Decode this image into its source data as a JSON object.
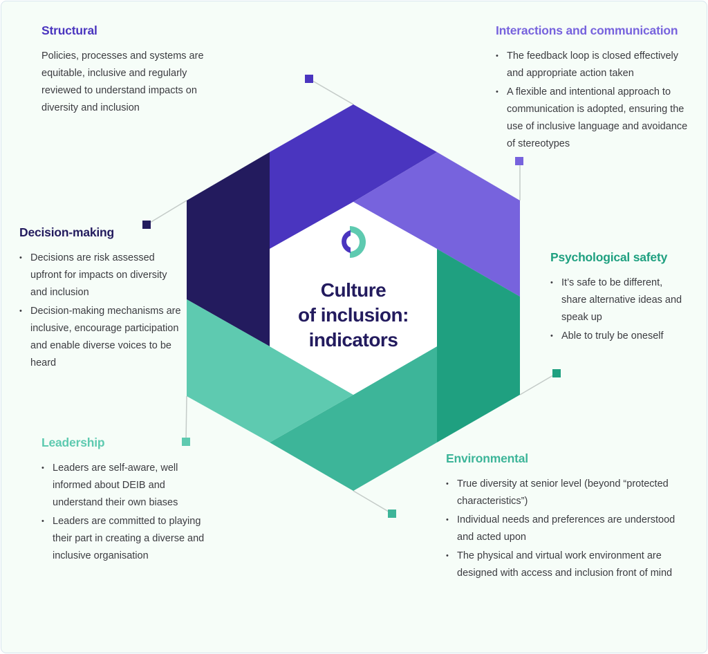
{
  "center": {
    "title_line1": "Culture",
    "title_line2": "of inclusion:",
    "title_line3": "indicators",
    "logo": "culture-logo-icon"
  },
  "colors": {
    "structural": "#4a35bf",
    "interactions": "#7763dd",
    "decision": "#231b5e",
    "psychological": "#1fa080",
    "leadership": "#5ecab0",
    "environmental": "#3db599",
    "background": "#f6fdf8"
  },
  "sections": {
    "structural": {
      "title": "Structural",
      "body": "Policies, processes and systems are equitable, inclusive and regularly reviewed to understand impacts on diversity and inclusion"
    },
    "interactions": {
      "title": "Interactions and communication",
      "items": [
        "The feedback loop is closed effectively and appropriate action taken",
        "A flexible and intentional approach to communication is adopted, ensuring the use of inclusive language and avoidance of stereotypes"
      ]
    },
    "decision": {
      "title": "Decision-making",
      "items": [
        "Decisions are risk assessed upfront for impacts on diversity and inclusion",
        "Decision-making mechanisms are inclusive, encourage participation and enable diverse voices to be heard"
      ]
    },
    "psychological": {
      "title": "Psychological safety",
      "items": [
        "It’s safe to be different, share alternative ideas and speak up",
        "Able to truly be oneself"
      ]
    },
    "leadership": {
      "title": "Leadership",
      "items": [
        "Leaders are self-aware, well informed about DEIB and understand their own biases",
        "Leaders are committed to playing their part in creating a diverse and inclusive organisation"
      ]
    },
    "environmental": {
      "title": "Environmental",
      "items": [
        "True diversity at senior level (beyond “protected characteristics”)",
        "Individual needs and preferences are understood and acted upon",
        "The physical and virtual work environment are designed with access and inclusion front of mind"
      ]
    }
  }
}
